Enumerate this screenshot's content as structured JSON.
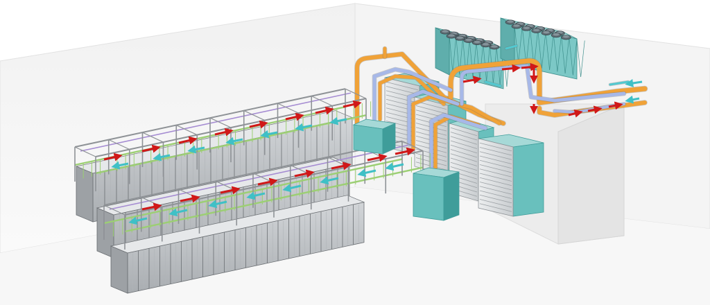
{
  "scene": {
    "description_visible_text": [],
    "colors": {
      "background": "#ffffff",
      "room_wall": "#eeeeee",
      "room_floor": "#f5f5f5",
      "rack_face": "#bfc3c6",
      "rack_top": "#e6e8ea",
      "rack_line": "#6a6e72",
      "frame_steel": "#8e9296",
      "green_pipe": "#9ccf73",
      "purple_pipe": "#a58cd2",
      "cold_arrow": "#3fc0c6",
      "hot_arrow": "#d01818",
      "cdu_teal": "#69c0bd",
      "cdu_teal_dark": "#3f9d9a",
      "louver": "#d9dcde",
      "orange_pipe": "#f0a238",
      "blue_pipe": "#a7b8e8",
      "chiller": "#7cc8c6",
      "fan": "#5f6d74"
    },
    "components": [
      {
        "name": "server-rack-row",
        "count": 3
      },
      {
        "name": "overhead-manifold-frame",
        "count": 2
      },
      {
        "name": "cdu-cabinet",
        "count": 2
      },
      {
        "name": "air-handler-louver-unit",
        "count": 3
      },
      {
        "name": "dry-cooler-chiller",
        "count": 2
      },
      {
        "name": "hot-flow-arrow",
        "icon": "arrow-right-icon"
      },
      {
        "name": "cold-flow-arrow",
        "icon": "arrow-left-icon"
      }
    ]
  }
}
